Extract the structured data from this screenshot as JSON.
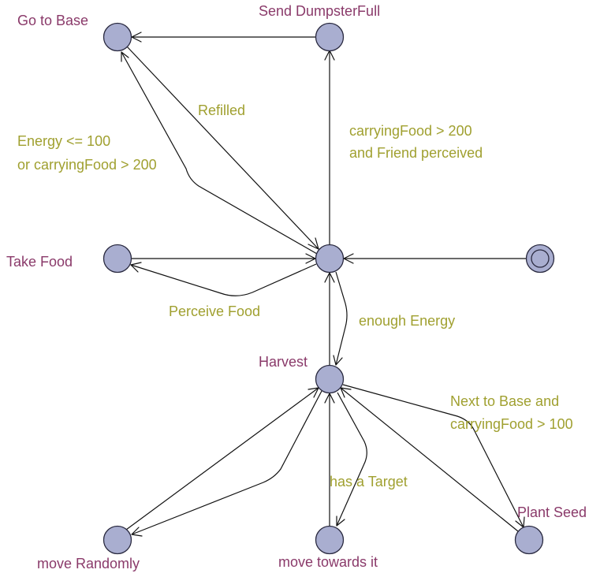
{
  "colors": {
    "state_label": "#8a3a6a",
    "guard_label": "#a0a030",
    "state_fill": "#a9aed0"
  },
  "states": {
    "go_to_base": "Go to Base",
    "send_dumpster_full": "Send DumpsterFull",
    "take_food": "Take Food",
    "harvest": "Harvest",
    "move_randomly": "move Randomly",
    "move_towards_it": "move towards it",
    "plant_seed": "Plant Seed"
  },
  "transitions": {
    "refilled": "Refilled",
    "energy_line1": "Energy <= 100",
    "energy_line2": "or carryingFood > 200",
    "carrying_line1": "carryingFood > 200",
    "carrying_line2": "and Friend perceived",
    "perceive_food": "Perceive Food",
    "enough_energy": "enough Energy",
    "next_to_base_line1": "Next to Base and",
    "next_to_base_line2": "carryingFood > 100",
    "has_target": "has a Target"
  }
}
